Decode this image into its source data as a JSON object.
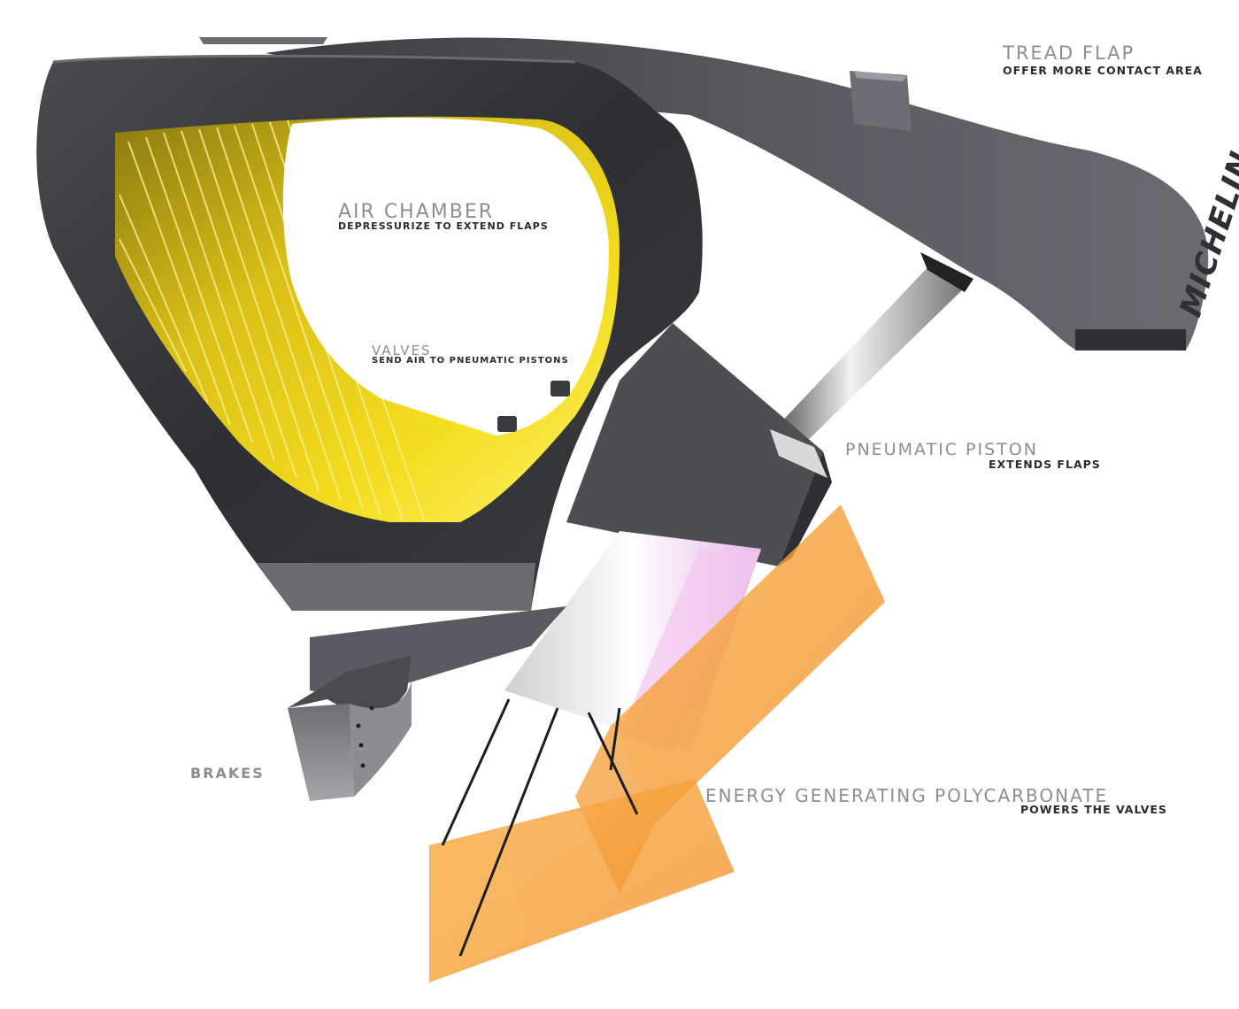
{
  "annotations": {
    "tread_flap": {
      "title": "TREAD FLAP",
      "subtitle": "OFFER MORE CONTACT AREA"
    },
    "air_chamber": {
      "title": "AIR CHAMBER",
      "subtitle": "DEPRESSURIZE TO EXTEND FLAPS"
    },
    "valves": {
      "title": "VALVES",
      "subtitle": "SEND AIR TO PNEUMATIC PISTONS"
    },
    "pneumatic_piston": {
      "title": "PNEUMATIC PISTON",
      "subtitle": "EXTENDS FLAPS"
    },
    "brakes": {
      "title": "BRAKES"
    },
    "polycarbonate": {
      "title": "ENERGY GENERATING POLYCARBONATE",
      "subtitle": "POWERS THE VALVES"
    }
  },
  "brand_mark": "MICHELIN",
  "colors": {
    "body_dark": "#3a3b3e",
    "body_mid": "#55565a",
    "chamber_yellow": "#f2d81a",
    "polycarbonate_orange": "#f5a13a",
    "label_grey": "#8e8e8e",
    "label_dark": "#2b2b2b"
  }
}
